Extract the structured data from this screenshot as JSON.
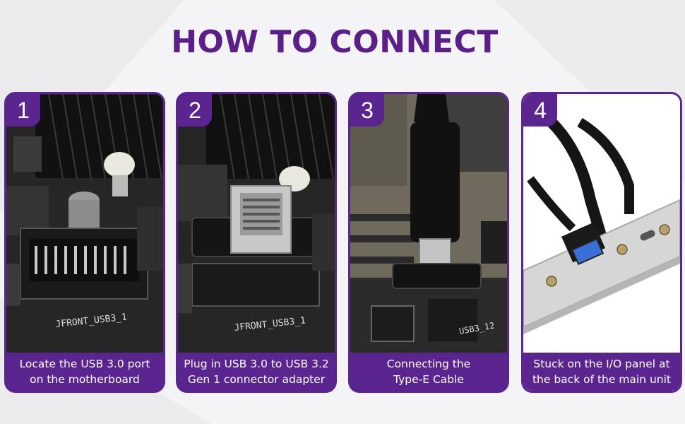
{
  "page": {
    "title": "HOW TO CONNECT"
  },
  "steps": [
    {
      "number": "1",
      "caption_line1": "Locate the USB 3.0 port",
      "caption_line2": "on the motherboard",
      "board_label": "JFRONT_USB3_1"
    },
    {
      "number": "2",
      "caption_line1": "Plug in USB 3.0 to USB 3.2",
      "caption_line2": "Gen 1 connector adapter",
      "board_label": "JFRONT_USB3_1"
    },
    {
      "number": "3",
      "caption_line1": "Connecting the",
      "caption_line2": "Type-E Cable",
      "board_label": "USB3_12"
    },
    {
      "number": "4",
      "caption_line1": "Stuck on the I/O panel at",
      "caption_line2": "the back of the main unit"
    }
  ],
  "colors": {
    "brand": "#5b2590",
    "title": "#5b1f88",
    "usb_blue": "#3a6fd8"
  }
}
